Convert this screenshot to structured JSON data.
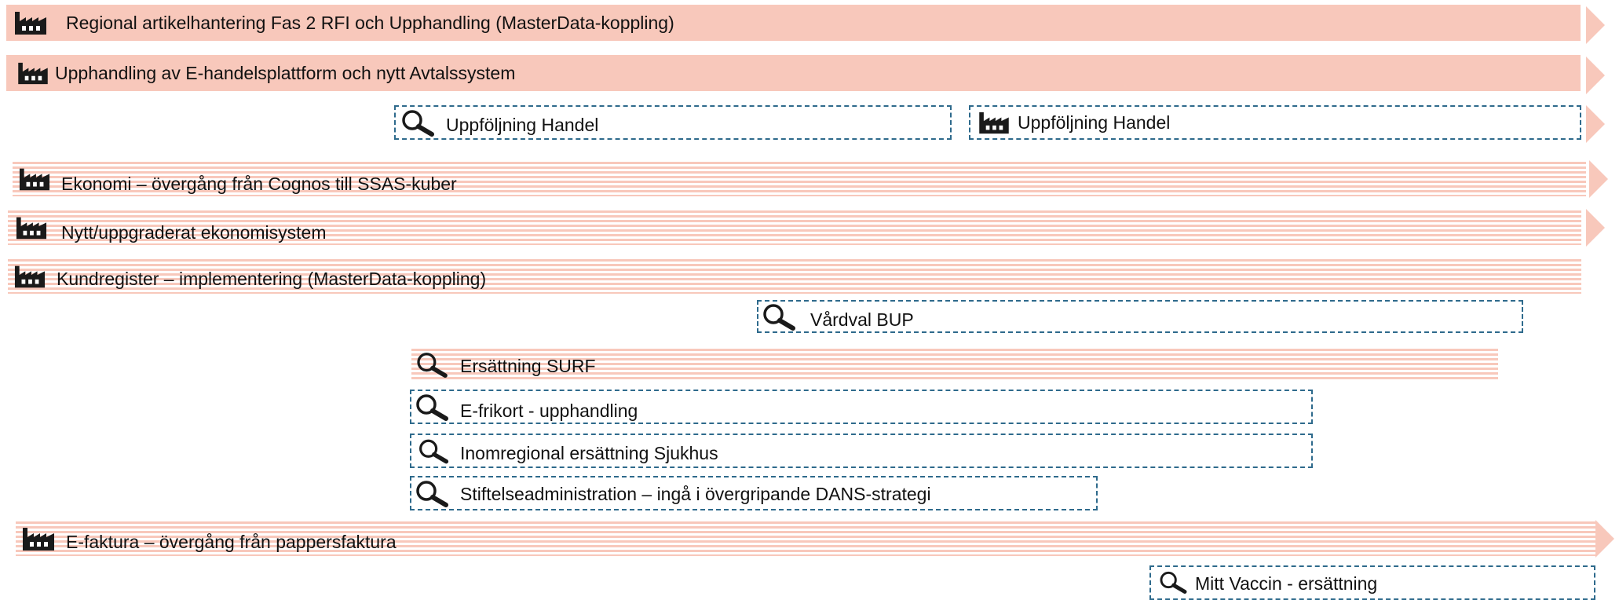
{
  "rows": [
    {
      "label": "Regional artikelhantering Fas 2 RFI och Upphandling (MasterData-koppling)",
      "icon": "factory-icon",
      "style": "solid"
    },
    {
      "label": "Upphandling av E-handelsplattform och nytt Avtalssystem",
      "icon": "factory-icon",
      "style": "solid"
    },
    {
      "label": "Uppföljning Handel",
      "icon": "magnifier-icon",
      "style": "dashed"
    },
    {
      "label": "Uppföljning Handel",
      "icon": "factory-icon",
      "style": "dashed"
    },
    {
      "label": "Ekonomi – övergång från Cognos till SSAS-kuber",
      "icon": "factory-icon",
      "style": "striped"
    },
    {
      "label": "Nytt/uppgraderat ekonomisystem",
      "icon": "factory-icon",
      "style": "striped"
    },
    {
      "label": "Kundregister – implementering (MasterData-koppling)",
      "icon": "factory-icon",
      "style": "striped"
    },
    {
      "label": "Vårdval BUP",
      "icon": "magnifier-icon",
      "style": "dashed"
    },
    {
      "label": "Ersättning SURF",
      "icon": "magnifier-icon",
      "style": "striped"
    },
    {
      "label": "E-frikort - upphandling",
      "icon": "magnifier-icon",
      "style": "dashed"
    },
    {
      "label": "Inomregional ersättning Sjukhus",
      "icon": "magnifier-icon",
      "style": "dashed"
    },
    {
      "label": "Stiftelseadministration – ingå i övergripande DANS-strategi",
      "icon": "magnifier-icon",
      "style": "dashed"
    },
    {
      "label": "E-faktura – övergång från pappersfaktura",
      "icon": "factory-icon",
      "style": "striped"
    },
    {
      "label": "Mitt Vaccin - ersättning",
      "icon": "magnifier-icon",
      "style": "dashed"
    }
  ],
  "colors": {
    "bar_fill": "#f8c8bb",
    "dashed_border": "#2e6a8c",
    "icon": "#1a1a1a"
  }
}
